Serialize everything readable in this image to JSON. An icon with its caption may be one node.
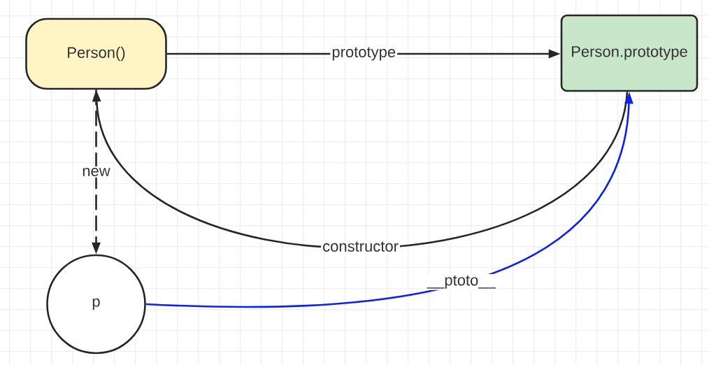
{
  "diagram": {
    "nodes": [
      {
        "text": [
          "Person()"
        ]
      },
      {
        "text": [
          "Person.prototype"
        ]
      },
      {
        "text": [
          "p"
        ]
      }
    ],
    "edges": [
      {
        "from": 0,
        "to": 1,
        "arrow": "to",
        "label": "prototype"
      },
      {
        "from": 0,
        "to": 2,
        "arrow": "to",
        "label": "new",
        "style": "dashed"
      },
      {
        "from": 1,
        "to": 0,
        "arrow": "to",
        "label": "constructor"
      },
      {
        "from": 2,
        "to": 1,
        "arrow": "to",
        "label": "__ptoto__",
        "color": "#0a22f0"
      }
    ]
  }
}
